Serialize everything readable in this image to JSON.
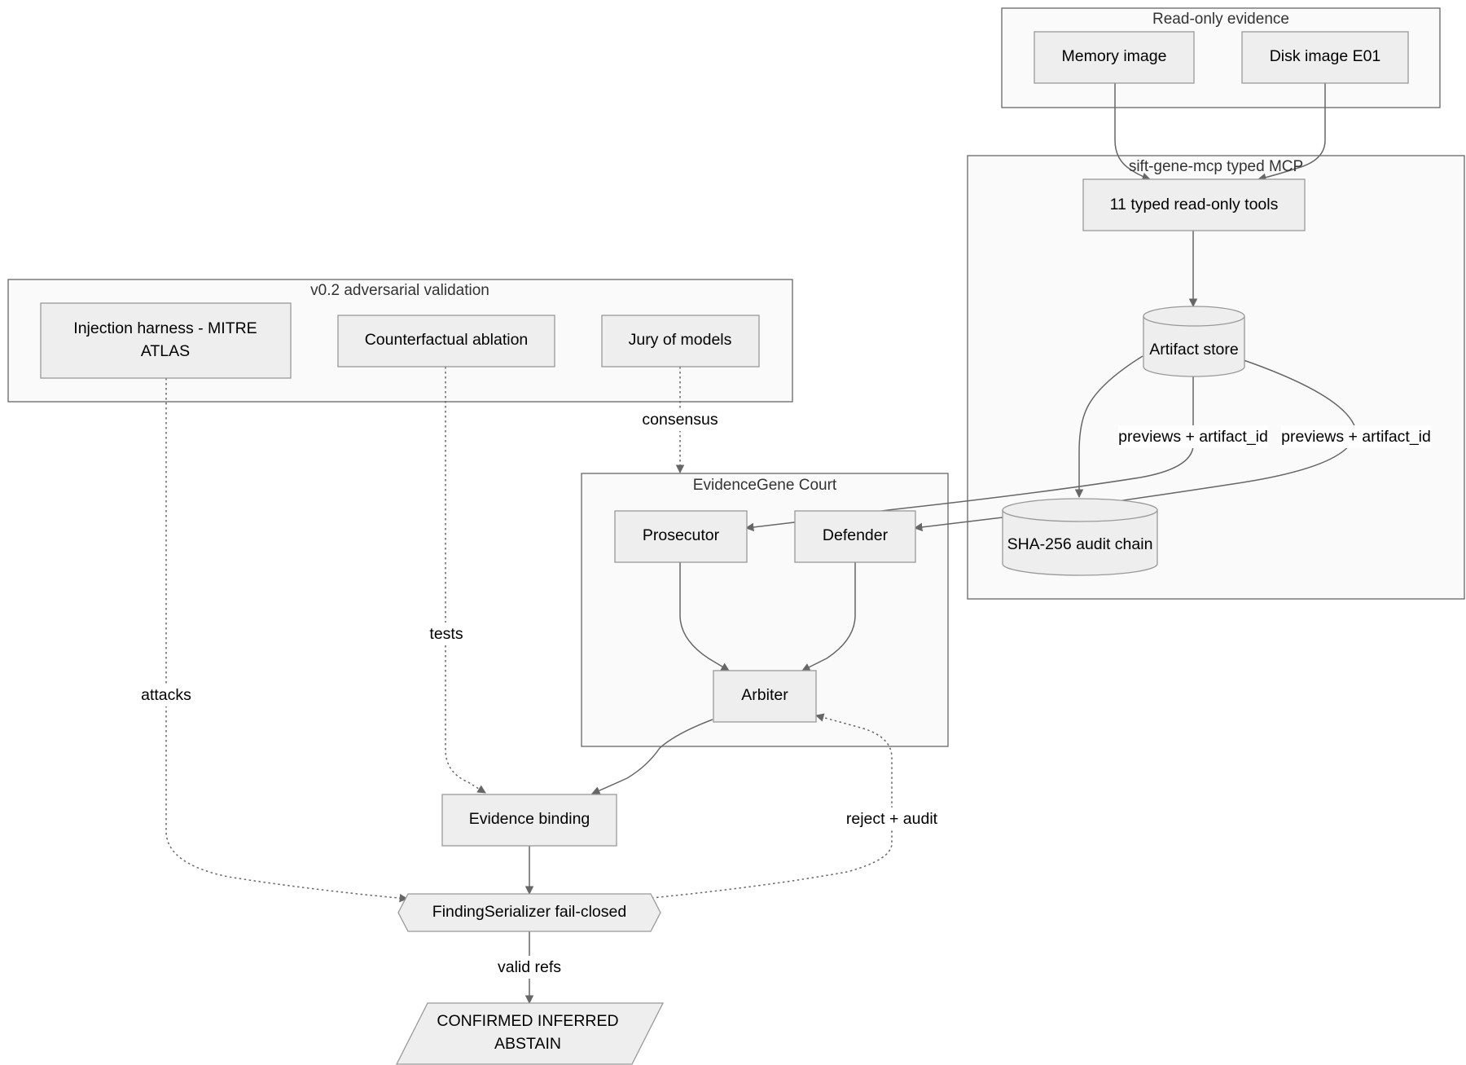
{
  "clusters": {
    "evidence": {
      "title": "Read-only evidence"
    },
    "mcp": {
      "title": "sift-gene-mcp typed MCP"
    },
    "validation": {
      "title": "v0.2 adversarial validation"
    },
    "court": {
      "title": "EvidenceGene Court"
    }
  },
  "nodes": {
    "memory_image": {
      "label": "Memory image"
    },
    "disk_image": {
      "label": "Disk image E01"
    },
    "typed_tools": {
      "label": "11 typed read-only tools"
    },
    "artifact_store": {
      "label": "Artifact store"
    },
    "audit_chain": {
      "label": "SHA-256 audit chain"
    },
    "injection_harness": {
      "lines": [
        "Injection harness - MITRE",
        "ATLAS"
      ]
    },
    "counterfactual_ablation": {
      "label": "Counterfactual ablation"
    },
    "jury_of_models": {
      "label": "Jury of models"
    },
    "prosecutor": {
      "label": "Prosecutor"
    },
    "defender": {
      "label": "Defender"
    },
    "arbiter": {
      "label": "Arbiter"
    },
    "evidence_binding": {
      "label": "Evidence binding"
    },
    "serializer": {
      "label": "FindingSerializer fail-closed"
    },
    "outcome": {
      "lines": [
        "CONFIRMED INFERRED",
        "ABSTAIN"
      ]
    }
  },
  "edge_labels": {
    "previews_prosecutor": "previews + artifact_id",
    "previews_defender": "previews + artifact_id",
    "consensus": "consensus",
    "tests": "tests",
    "attacks": "attacks",
    "reject_audit": "reject + audit",
    "valid_refs": "valid refs"
  }
}
